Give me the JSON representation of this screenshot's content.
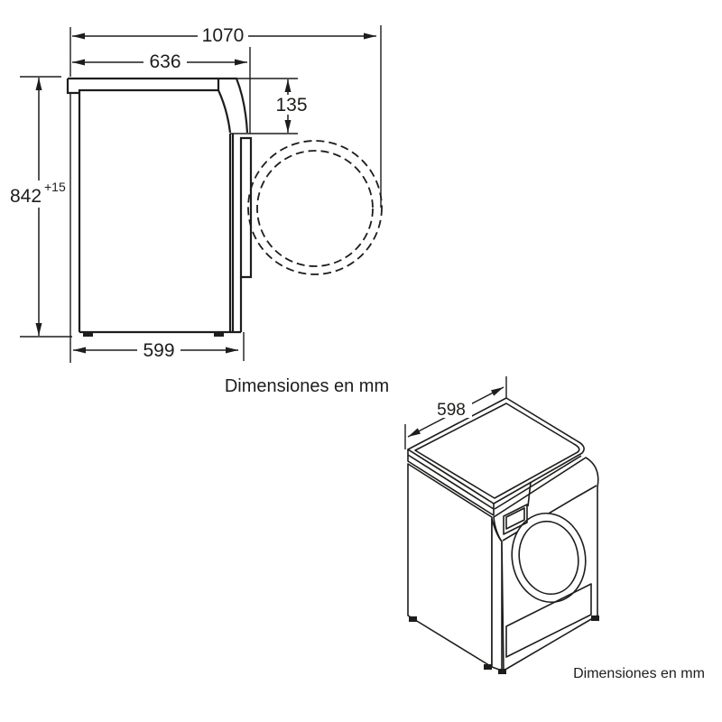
{
  "page": {
    "background": "#ffffff",
    "ink": "#1d1d1b"
  },
  "side_view": {
    "caption": "Dimensiones en mm",
    "dims": {
      "total_depth_door_open": "1070",
      "top_depth": "636",
      "rear_top_height": "135",
      "height": "842",
      "height_tolerance": "+15",
      "base_depth": "599"
    }
  },
  "iso_view": {
    "caption": "Dimensiones en mm",
    "dims": {
      "width": "598"
    }
  }
}
